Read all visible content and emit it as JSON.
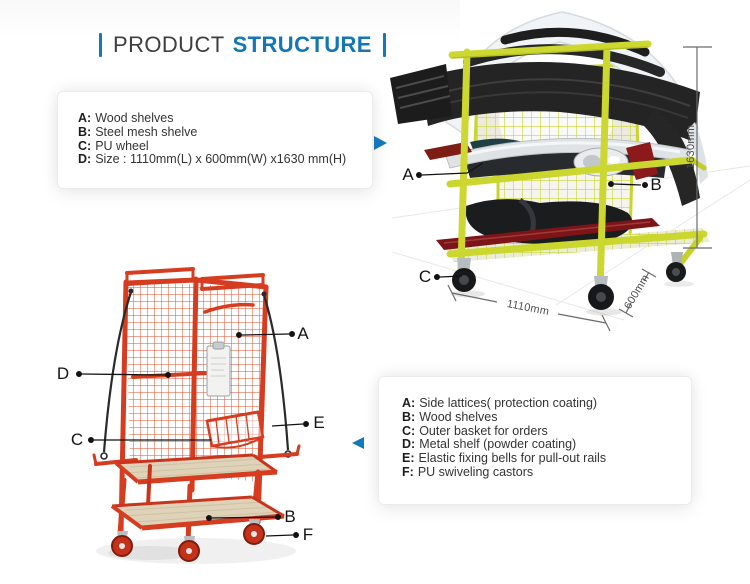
{
  "title": {
    "word_primary": "PRODUCT",
    "word_accent": "STRUCTURE"
  },
  "spec_card": {
    "items": [
      {
        "key": "A:",
        "text": "Wood shelves"
      },
      {
        "key": "B:",
        "text": "Steel mesh shelve"
      },
      {
        "key": "C:",
        "text": "PU wheel"
      },
      {
        "key": "D:",
        "text": "Size : 1110mm(L) x 600mm(W) x1630 mm(H)"
      }
    ]
  },
  "features_card": {
    "items": [
      {
        "key": "A:",
        "text": "Side lattices( protection coating)"
      },
      {
        "key": "B:",
        "text": "Wood shelves"
      },
      {
        "key": "C:",
        "text": "Outer basket for orders"
      },
      {
        "key": "D:",
        "text": "Metal shelf (powder coating)"
      },
      {
        "key": "E:",
        "text": "Elastic fixing bells for pull-out rails"
      },
      {
        "key": "F:",
        "text": "PU swiveling castors"
      }
    ]
  },
  "yellow_cart": {
    "labels": {
      "a": "A",
      "b": "B",
      "c": "C"
    },
    "dims": {
      "height": "1630mm",
      "length": "1110mm",
      "width": "600mm"
    }
  },
  "red_cart": {
    "labels": {
      "a": "A",
      "b": "B",
      "c": "C",
      "d": "D",
      "e": "E",
      "f": "F"
    }
  },
  "colors": {
    "accent_blue": "#1578b8",
    "cart_yellow": "#ccd72f",
    "cart_red": "#d63c20"
  }
}
